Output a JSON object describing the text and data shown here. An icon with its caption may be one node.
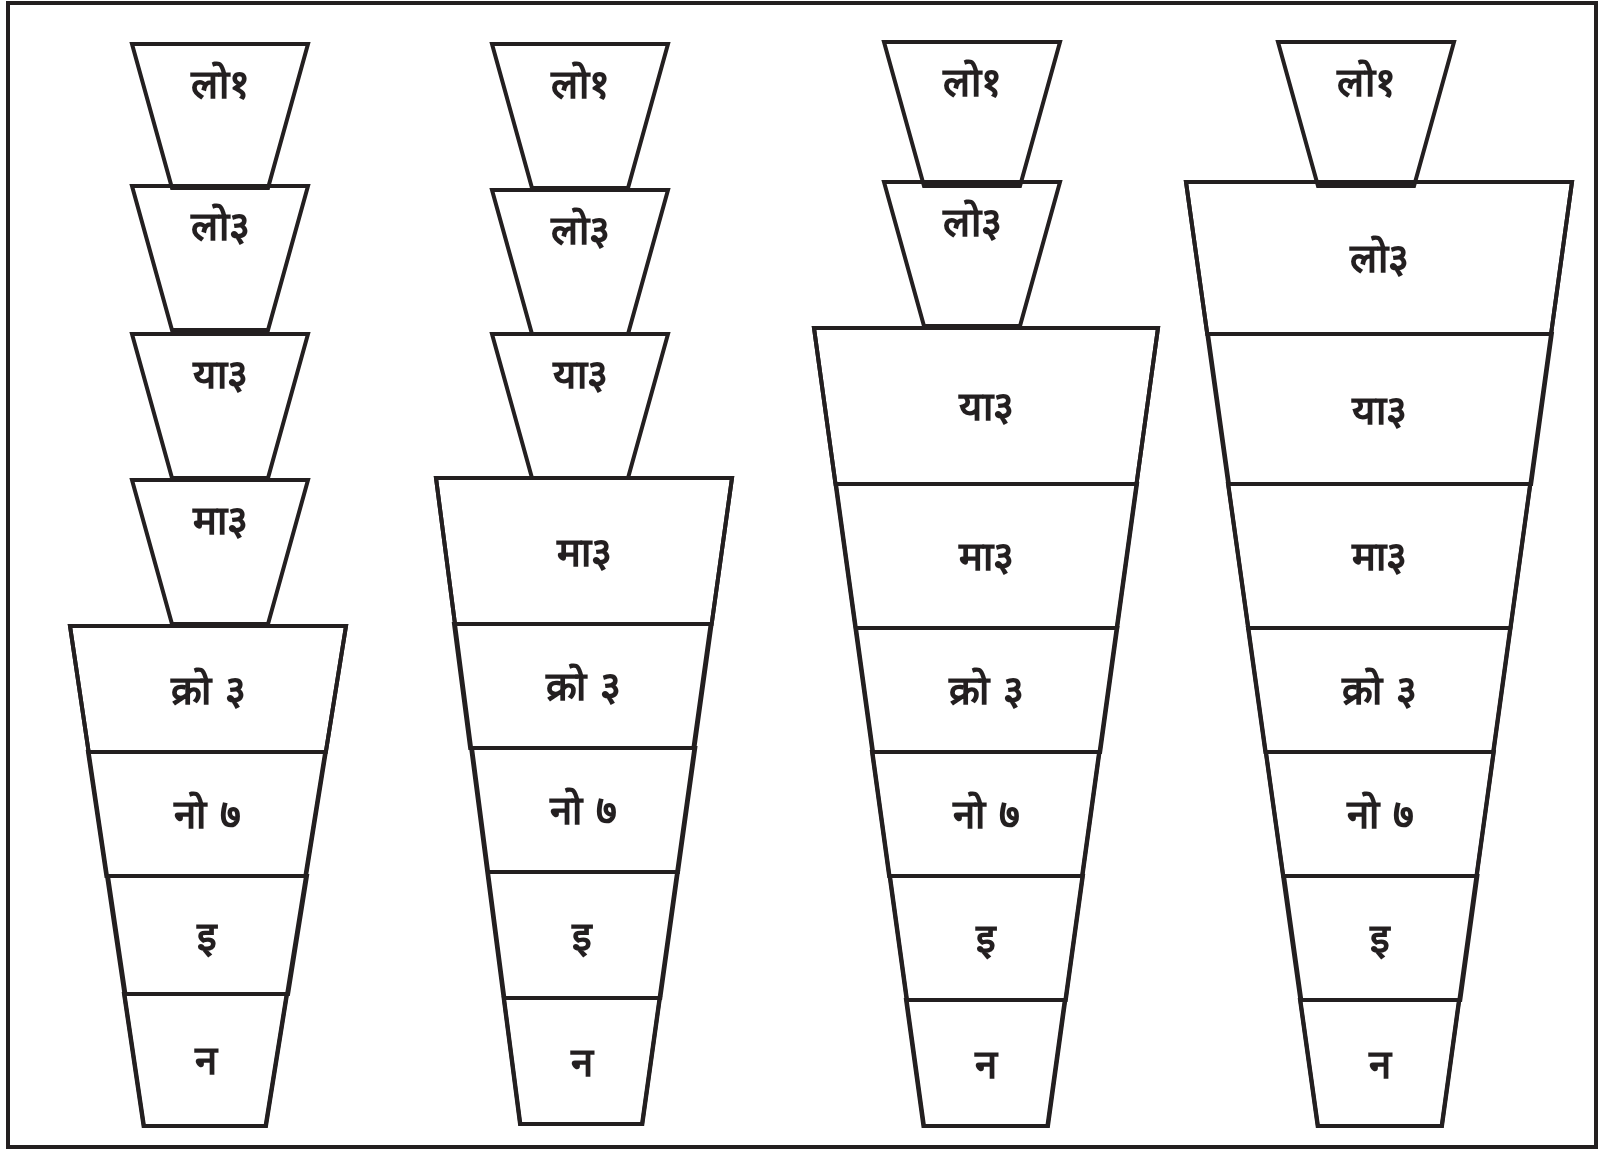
{
  "diagram": {
    "nodes": [
      {
        "text": [
          "लो१"
        ]
      },
      {
        "text": [
          "लो३"
        ]
      },
      {
        "text": [
          "या३"
        ]
      },
      {
        "text": [
          "मा३"
        ]
      },
      {
        "text": [],
        "shape": "trapezoid"
      },
      {
        "text": [
          "क्रो ३"
        ],
        "in": 4
      },
      {
        "text": [
          "नो ७"
        ],
        "in": 4
      },
      {
        "text": [
          "इ"
        ],
        "in": 4
      },
      {
        "text": [
          "न"
        ],
        "in": 4
      },
      {
        "text": [
          "लो१"
        ]
      },
      {
        "text": [
          "लो३"
        ]
      },
      {
        "text": [
          "या३"
        ]
      },
      {
        "text": [],
        "shape": "trapezoid"
      },
      {
        "text": [
          "मा३"
        ],
        "in": 12
      },
      {
        "text": [
          "क्रो ३"
        ],
        "in": 12
      },
      {
        "text": [
          "नो ७"
        ],
        "in": 12
      },
      {
        "text": [
          "इ"
        ],
        "in": 12
      },
      {
        "text": [
          "न"
        ],
        "in": 12
      },
      {
        "text": [
          "लो१"
        ]
      },
      {
        "text": [
          "लो३"
        ]
      },
      {
        "text": [],
        "shape": "trapezoid"
      },
      {
        "text": [
          "या३"
        ],
        "in": 20
      },
      {
        "text": [
          "मा३"
        ],
        "in": 20
      },
      {
        "text": [
          "क्रो ३"
        ],
        "in": 20
      },
      {
        "text": [
          "नो ७"
        ],
        "in": 20
      },
      {
        "text": [
          "इ"
        ],
        "in": 20
      },
      {
        "text": [
          "न"
        ],
        "in": 20
      },
      {
        "text": [
          "लो१"
        ]
      },
      {
        "text": [],
        "shape": "trapezoid"
      },
      {
        "text": [
          "लो३"
        ],
        "in": 28
      },
      {
        "text": [
          "या३"
        ],
        "in": 28
      },
      {
        "text": [
          "मा३"
        ],
        "in": 28
      },
      {
        "text": [
          "क्रो ३"
        ],
        "in": 28
      },
      {
        "text": [
          "नो ७"
        ],
        "in": 28
      },
      {
        "text": [
          "इ"
        ],
        "in": 28
      },
      {
        "text": [
          "न"
        ],
        "in": 28
      }
    ]
  }
}
